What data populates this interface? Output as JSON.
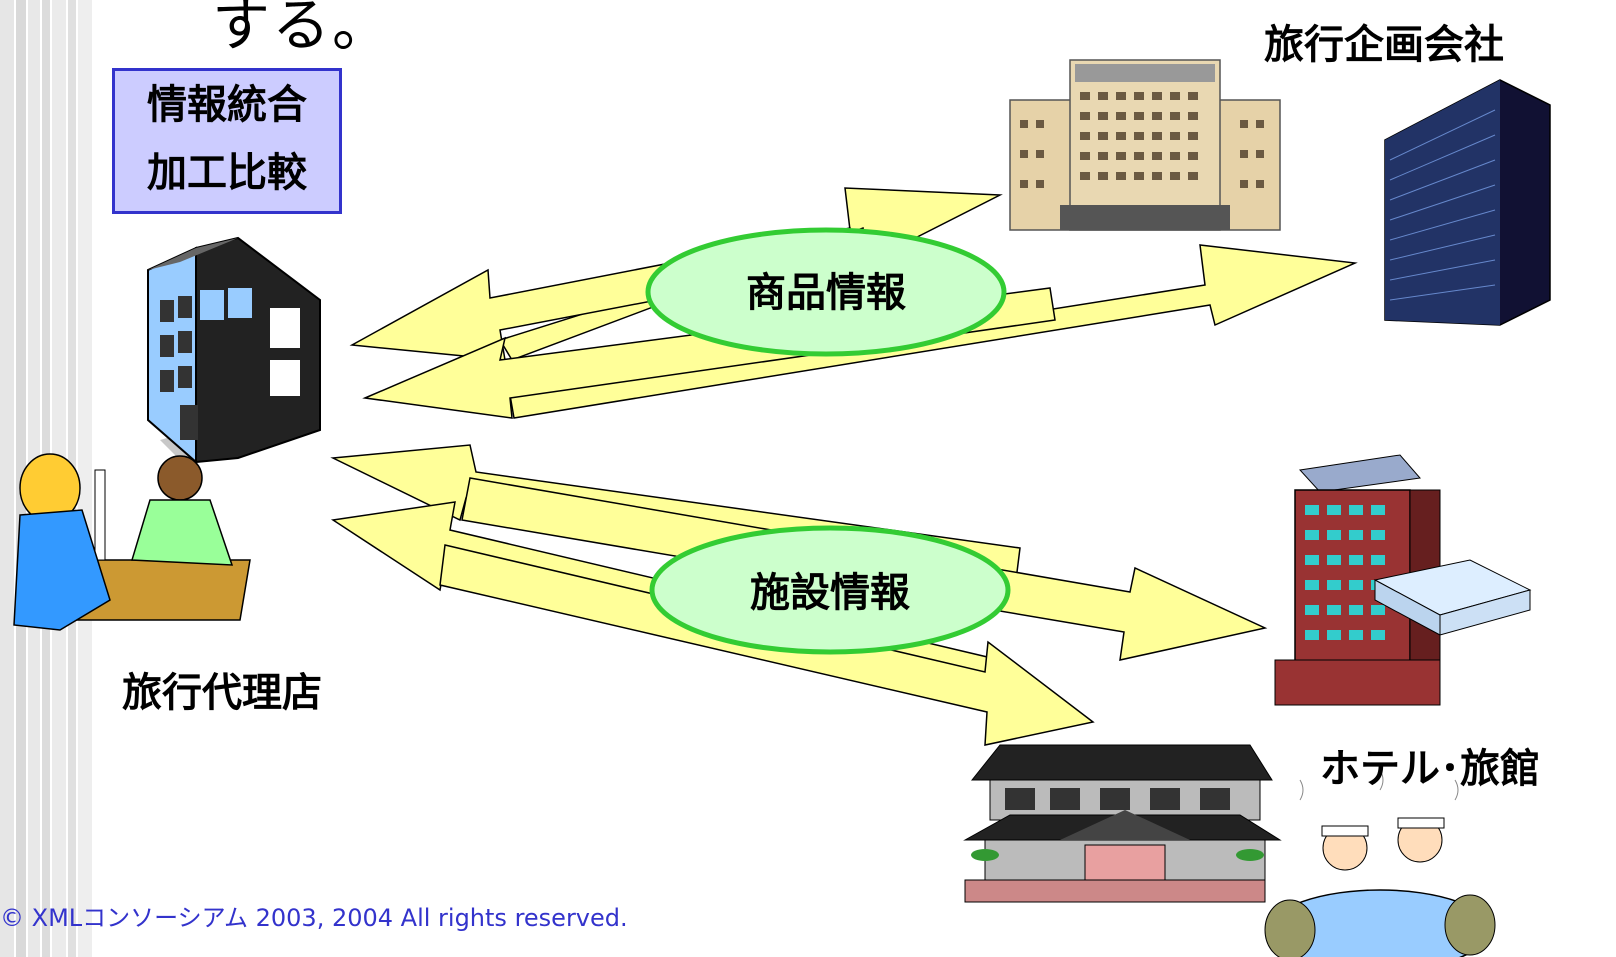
{
  "slide": {
    "top_text": "する。",
    "info_box": {
      "line1": "情報統合",
      "line2": "加工比較"
    },
    "agency_label": "旅行代理店",
    "planner_label": "旅行企画会社",
    "hotel_label": "ホテル･旅館",
    "product_info": "商品情報",
    "facility_info": "施設情報",
    "copyright": "© XMLコンソーシアム 2003, 2004 All rights reserved."
  },
  "colors": {
    "arrow_fill": "#ffff99",
    "ellipse_fill": "#ccffcc",
    "ellipse_stroke": "#33cc33",
    "box_fill": "#ccccff",
    "box_border": "#3333cc",
    "copyright_color": "#3333cc"
  }
}
